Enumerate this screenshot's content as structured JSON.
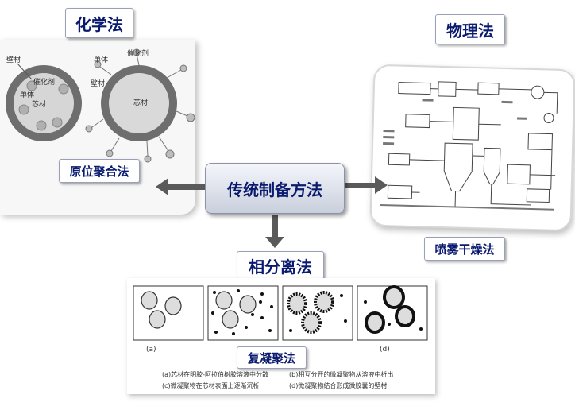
{
  "chemical": {
    "title": "化学法",
    "method": "原位聚合法",
    "labels": {
      "wall": "壁材",
      "catalyst_in": "催化剂",
      "monomer_in": "单体",
      "core_in": "芯材",
      "monomer_out": "单体",
      "catalyst_out": "催化剂",
      "wall_out": "壁材",
      "core_out": "芯材"
    }
  },
  "center": {
    "title": "传统制备方法"
  },
  "physical": {
    "title": "物理法",
    "method": "喷雾干燥法"
  },
  "phase": {
    "title": "相分离法",
    "method": "复凝聚法",
    "panel_labels": [
      "(a)",
      "(d)"
    ],
    "captions": [
      "(a)芯材在明胶-阿拉伯树胶溶液中分散",
      "(b)相互分开的微凝聚物从溶液中析出",
      "(c)微凝聚物在芯材表面上逐渐沉析",
      "(d)微凝聚物结合形成微胶囊的壁材"
    ]
  },
  "colors": {
    "label_text": "#0a1a6e",
    "ring": "#606060",
    "core": "#cfcfcf",
    "arrow": "#555555"
  }
}
